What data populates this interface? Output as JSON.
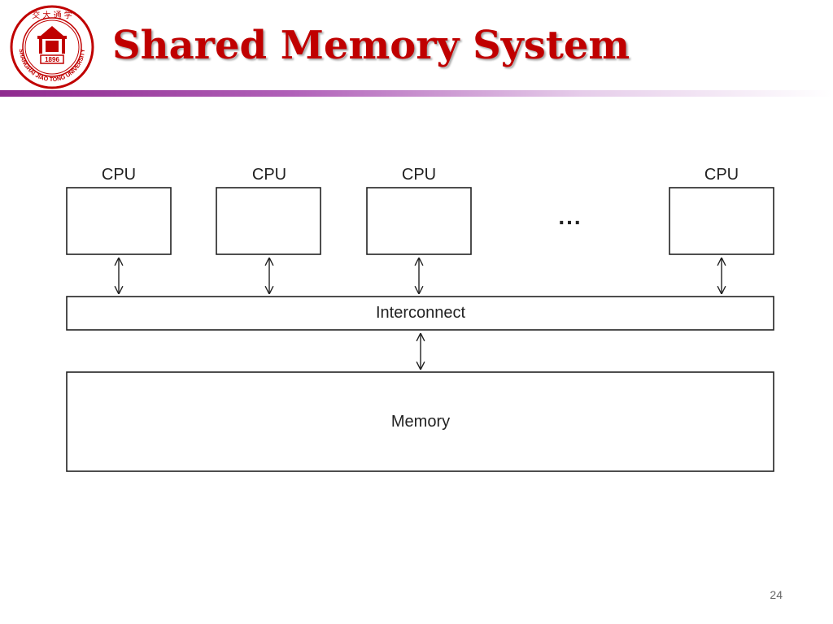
{
  "slide": {
    "title": "Shared Memory System",
    "page_number": "24"
  },
  "logo": {
    "icon": "university-seal-icon",
    "top_text": "交 大 通 学",
    "ring_text": "SHANGHAI JIAO TONG UNIVERSITY",
    "year": "1896",
    "color": "#c00000"
  },
  "diagram": {
    "cpus": [
      {
        "label": "CPU"
      },
      {
        "label": "CPU"
      },
      {
        "label": "CPU"
      },
      {
        "label": "CPU"
      }
    ],
    "ellipsis": "...",
    "interconnect_label": "Interconnect",
    "memory_label": "Memory"
  },
  "colors": {
    "title": "#c00000",
    "line": "#222222",
    "bar_start": "#8e2a8e"
  }
}
